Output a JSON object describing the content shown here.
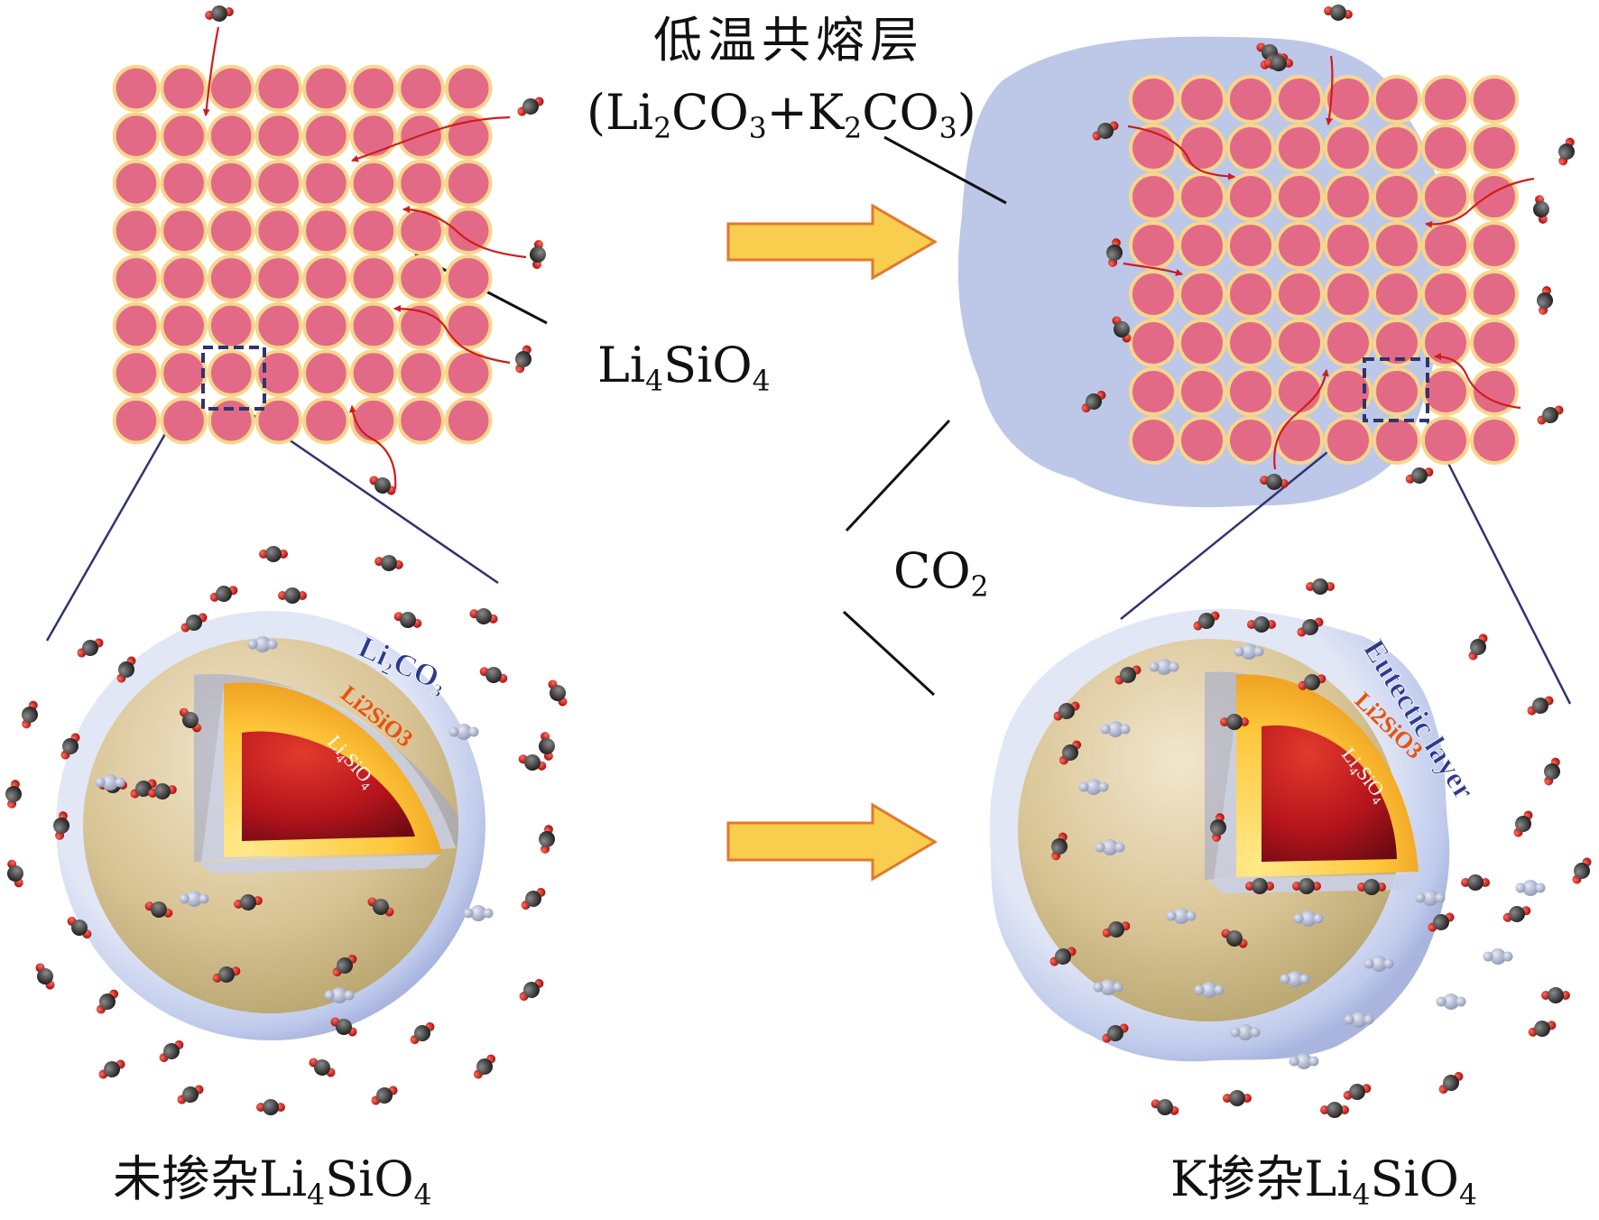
{
  "labels": {
    "eutectic_cn": "低温共熔层",
    "eutectic_formula": {
      "a": "(Li",
      "b": "2",
      "c": "CO",
      "d": "3",
      "e": "+K",
      "f": "2",
      "g": "CO",
      "h": "3",
      "i": ")"
    },
    "host_formula": {
      "a": "Li",
      "b": "4",
      "c": "SiO",
      "d": "4"
    },
    "co2": {
      "a": "CO",
      "b": "2"
    },
    "left_caption": {
      "a": "未掺杂Li",
      "b": "4",
      "c": "SiO",
      "d": "4"
    },
    "right_caption": {
      "a": "K掺杂Li",
      "b": "4",
      "c": "SiO",
      "d": "4"
    }
  },
  "sphere_left": {
    "shell": {
      "a": "Li",
      "b": "2",
      "c": "CO",
      "d": "3"
    },
    "middle": "Li2SiO3",
    "core": {
      "a": "Li",
      "b": "4",
      "c": "SiO",
      "d": "4"
    }
  },
  "sphere_right": {
    "shell": "Eutectic layer",
    "middle": "Li2SiO3",
    "core": {
      "a": "Li",
      "b": "4",
      "c": "SiO",
      "d": "4"
    }
  },
  "colors": {
    "particle": "#e36a86",
    "particle_ring": "#f7d68d",
    "molten_layer": "#b9c4e6",
    "arrow_fill": "#f9cd4d",
    "arrow_edge": "#e2782f",
    "carbon": "#3a3a3a",
    "oxygen": "#cc1515",
    "shell_text": "#2c3b8f",
    "middle_text": "#e8530e",
    "core_text": "#ffffff"
  }
}
